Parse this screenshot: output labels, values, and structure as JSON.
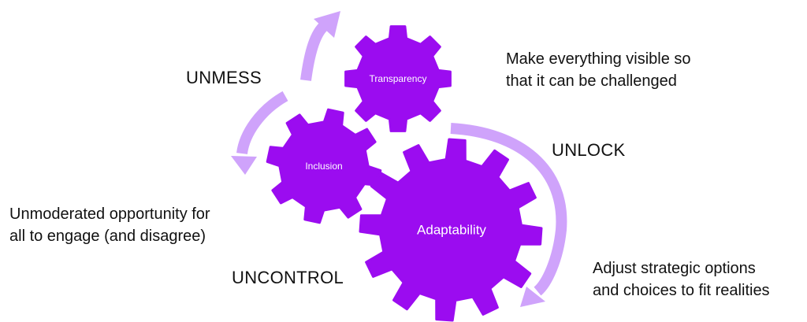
{
  "colors": {
    "gear": "#9b0cf0",
    "arrow": "#cfa3fb",
    "text": "#111111"
  },
  "gears": [
    {
      "name": "transparency",
      "label": "Transparency"
    },
    {
      "name": "inclusion",
      "label": "Inclusion"
    },
    {
      "name": "adaptability",
      "label": "Adaptability"
    }
  ],
  "principles": {
    "unmess": "UNMESS",
    "unlock": "UNLOCK",
    "uncontrol": "UNCONTROL"
  },
  "descriptions": {
    "transparency": [
      "Make everything visible so",
      "that it can be challenged"
    ],
    "inclusion": [
      "Unmoderated opportunity for",
      "all to engage (and disagree)"
    ],
    "adaptability": [
      "Adjust strategic options",
      "and choices to fit realities"
    ]
  }
}
